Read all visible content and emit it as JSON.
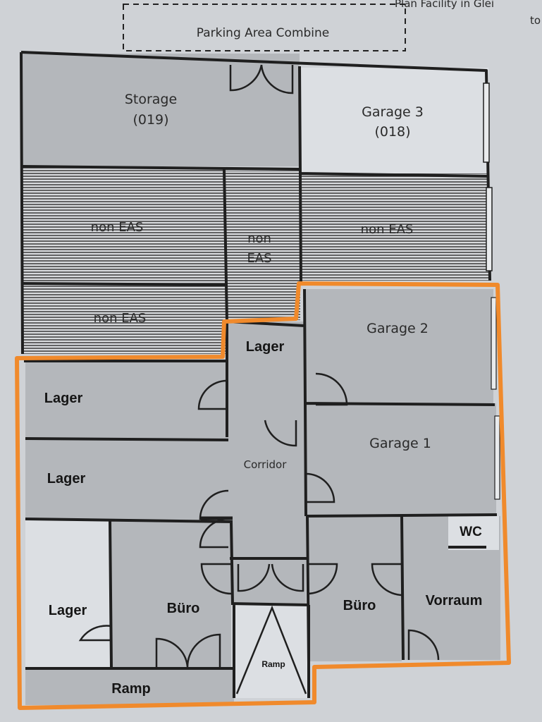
{
  "header": {
    "fragment_top": "Plan Facility in Glei",
    "fragment_side": "to"
  },
  "rooms": {
    "parking": "Parking Area Combine",
    "storage_name": "Storage",
    "storage_num": "(019)",
    "garage3_name": "Garage 3",
    "garage3_num": "(018)",
    "non_eas_left_top": "non EAS",
    "non_eas_middle_1": "non",
    "non_eas_middle_2": "EAS",
    "non_eas_right": "non EAS",
    "non_eas_left_bottom": "non EAS",
    "lager_center": "Lager",
    "garage2": "Garage 2",
    "lager_left_1": "Lager",
    "garage1": "Garage 1",
    "lager_left_2": "Lager",
    "corridor": "Corridor",
    "wc": "WC",
    "lager_left_3": "Lager",
    "buero_left": "Büro",
    "buero_right": "Büro",
    "vorraum": "Vorraum",
    "ramp_center": "Ramp",
    "ramp_bottom": "Ramp"
  },
  "colors": {
    "paper": "#cfd2d6",
    "room_fill": "#b4b7bb",
    "garage_fill": "#dcdfe3",
    "highlight": "#f08a2c",
    "wall": "#1f1f1f"
  }
}
